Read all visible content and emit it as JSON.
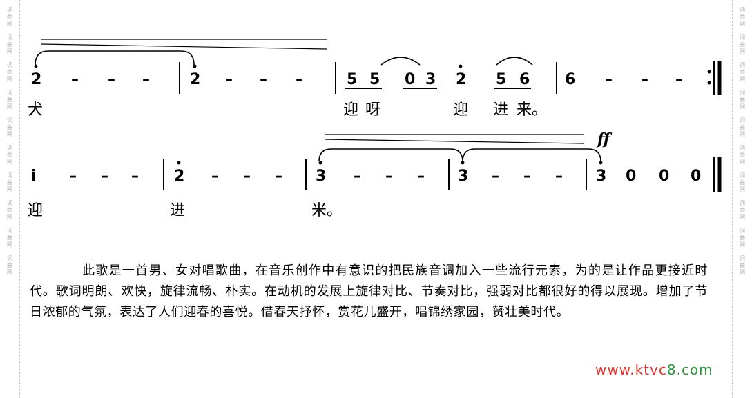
{
  "watermark": {
    "glyphs": [
      "词",
      "曲",
      "网"
    ]
  },
  "score": {
    "line1": {
      "m1": [
        "2",
        "–",
        "–",
        "–"
      ],
      "m2": [
        "2",
        "–",
        "–",
        "–"
      ],
      "m3": [
        "5",
        "5",
        "0",
        "3",
        "2",
        "5",
        "6"
      ],
      "m4": [
        "6",
        "–",
        "–",
        "–"
      ],
      "lyrics": [
        "犬",
        "迎",
        "呀",
        "迎",
        "进",
        "来。"
      ]
    },
    "line2": {
      "m1": [
        "i",
        "–",
        "–",
        "–"
      ],
      "m2": [
        "2",
        "–",
        "–",
        "–"
      ],
      "m3": [
        "3",
        "–",
        "–",
        "–"
      ],
      "m4": [
        "3",
        "–",
        "–",
        "–"
      ],
      "m5": [
        "3",
        "0",
        "0",
        "0"
      ],
      "dynamic": "ff",
      "lyrics": [
        "迎",
        "进",
        "米。"
      ]
    }
  },
  "description": "此歌是一首男、女对唱歌曲，在音乐创作中有意识的把民族音调加入一些流行元素，为的是让作品更接近时代。歌词明朗、欢快，旋律流畅、朴实。在动机的发展上旋律对比、节奏对比，强弱对比都很好的得以展现。增加了节日浓郁的气氛，表达了人们迎春的喜悦。借春天抒怀，赏花儿盛开，唱锦绣家园，赞壮美时代。",
  "site": {
    "www": "www.",
    "ktvc": "ktvc",
    "eight": "8",
    "com": ".com"
  }
}
